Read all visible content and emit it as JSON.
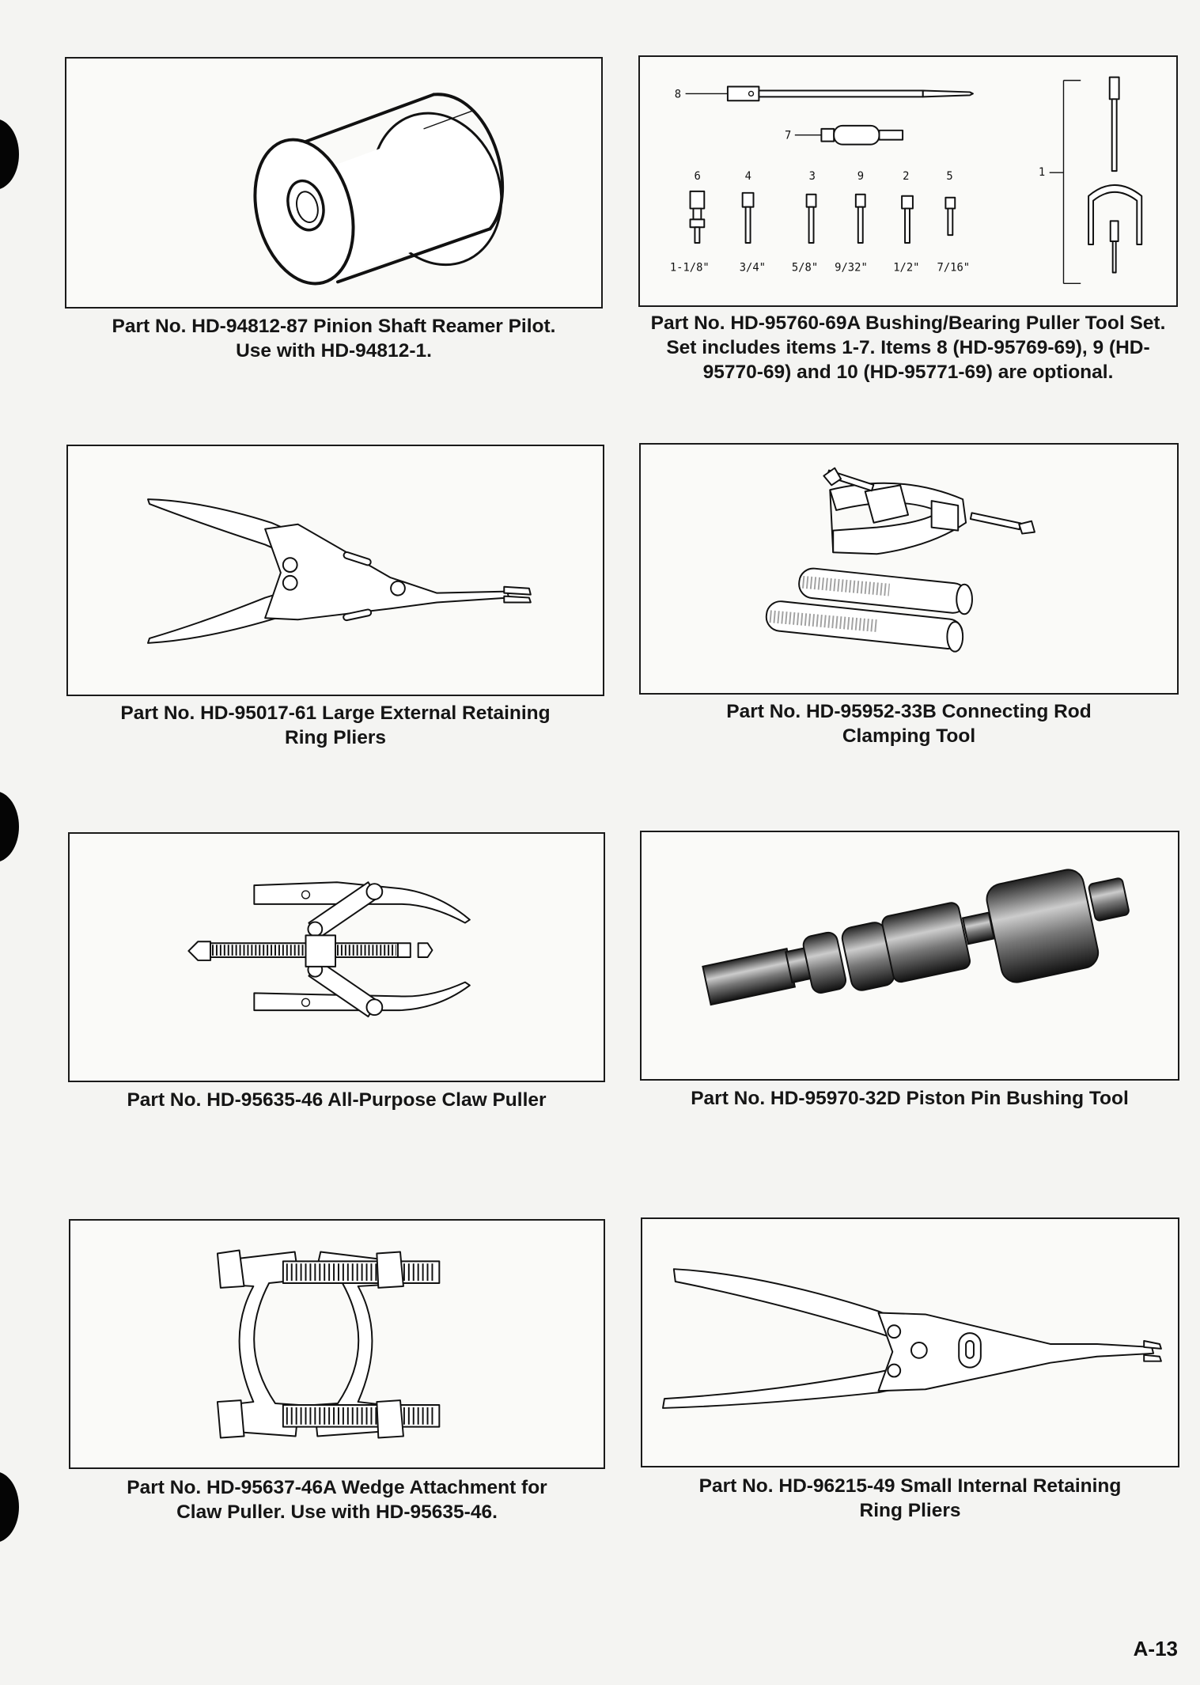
{
  "page_number": "A-13",
  "tools": [
    {
      "caption": [
        "Part No. HD-94812-87 Pinion Shaft Reamer Pilot.",
        "Use with HD-94812-1."
      ]
    },
    {
      "caption": [
        "Part No. HD-95760-69A Bushing/Bearing Puller Tool Set.",
        "Set includes items 1-7. Items 8 (HD-95769-69), 9 (HD-",
        "95770-69) and 10 (HD-95771-69) are optional."
      ],
      "figure_labels": {
        "item_8": "8",
        "item_7": "7",
        "item_1": "1",
        "items": [
          "6",
          "4",
          "3",
          "9",
          "2",
          "5"
        ],
        "sizes": [
          "1-1/8\"",
          "3/4\"",
          "5/8\"",
          "9/32\"",
          "1/2\"",
          "7/16\""
        ]
      }
    },
    {
      "caption": [
        "Part No. HD-95017-61 Large External Retaining",
        "Ring Pliers"
      ]
    },
    {
      "caption": [
        "Part No. HD-95952-33B Connecting Rod",
        "Clamping Tool"
      ]
    },
    {
      "caption": [
        "Part No. HD-95635-46 All-Purpose Claw Puller"
      ]
    },
    {
      "caption": [
        "Part No. HD-95970-32D Piston Pin Bushing Tool"
      ]
    },
    {
      "caption": [
        "Part No. HD-95637-46A Wedge Attachment for",
        "Claw Puller. Use with HD-95635-46."
      ]
    },
    {
      "caption": [
        "Part No. HD-96215-49 Small Internal Retaining",
        "Ring Pliers"
      ]
    }
  ]
}
